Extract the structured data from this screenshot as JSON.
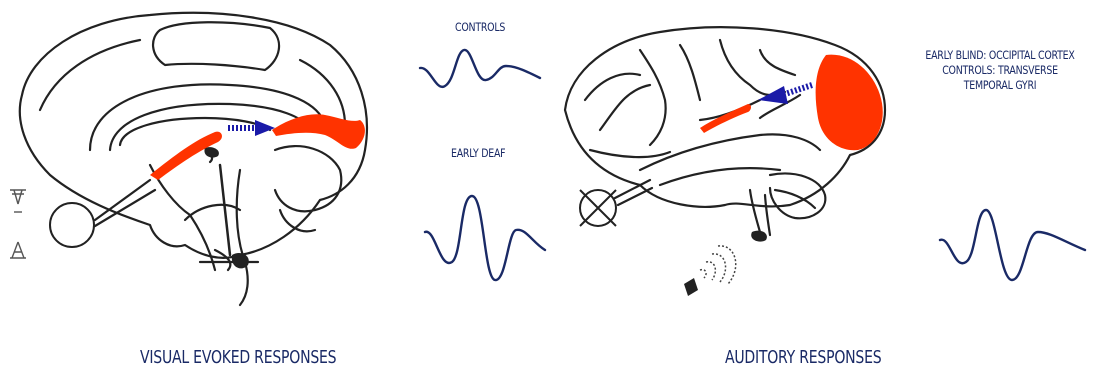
{
  "labels": {
    "controls": "CONTROLS",
    "early_deaf": "EARLY DEAF",
    "right_note": {
      "line1": "EARLY BLIND: OCCIPITAL CORTEX",
      "line2": "CONTROLS: TRANSVERSE",
      "line3": "TEMPORAL GYRI"
    },
    "visual_caption": "VISUAL EVOKED RESPONSES",
    "auditory_caption": "AUDITORY RESPONSES"
  },
  "colors": {
    "line": "#1a2a66",
    "activation": "#ff3300",
    "arrow": "#1a1aa8",
    "sketch": "#222222"
  },
  "icons": [
    "eye-symbol-icon",
    "crossed-out-eye-icon",
    "speaker-icon",
    "sound-waves-icon"
  ]
}
